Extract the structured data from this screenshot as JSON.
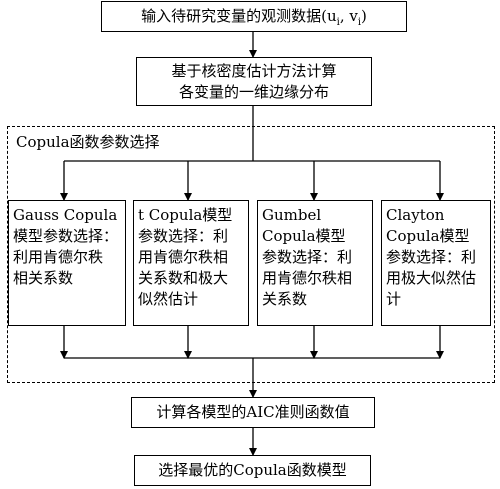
{
  "step1": {
    "label": "输入待研究变量的观测数据(u",
    "sub_u": "i",
    "mid": ", v",
    "sub_v": "i",
    "end": ")"
  },
  "step2": {
    "line1": "基于核密度估计方法计算",
    "line2": "各变量的一维边缘分布"
  },
  "group": {
    "label": "Copula函数参数选择"
  },
  "models": [
    {
      "lines": [
        "Gauss Copula",
        "模型参数选择：",
        "利用肯德尔秩",
        "相关系数"
      ]
    },
    {
      "lines": [
        "t Copula模型",
        "参数选择：利",
        "用肯德尔秩相",
        "关系数和极大",
        "似然估计"
      ]
    },
    {
      "lines": [
        "Gumbel",
        "Copula模型",
        "参数选择：利",
        "用肯德尔秩相",
        "关系数"
      ]
    },
    {
      "lines": [
        "Clayton",
        "Copula模型",
        "参数选择：利",
        "用极大似然估",
        "计"
      ]
    }
  ],
  "step3": {
    "label": "计算各模型的AIC准则函数值"
  },
  "step4": {
    "label": "选择最优的Copula函数模型"
  }
}
